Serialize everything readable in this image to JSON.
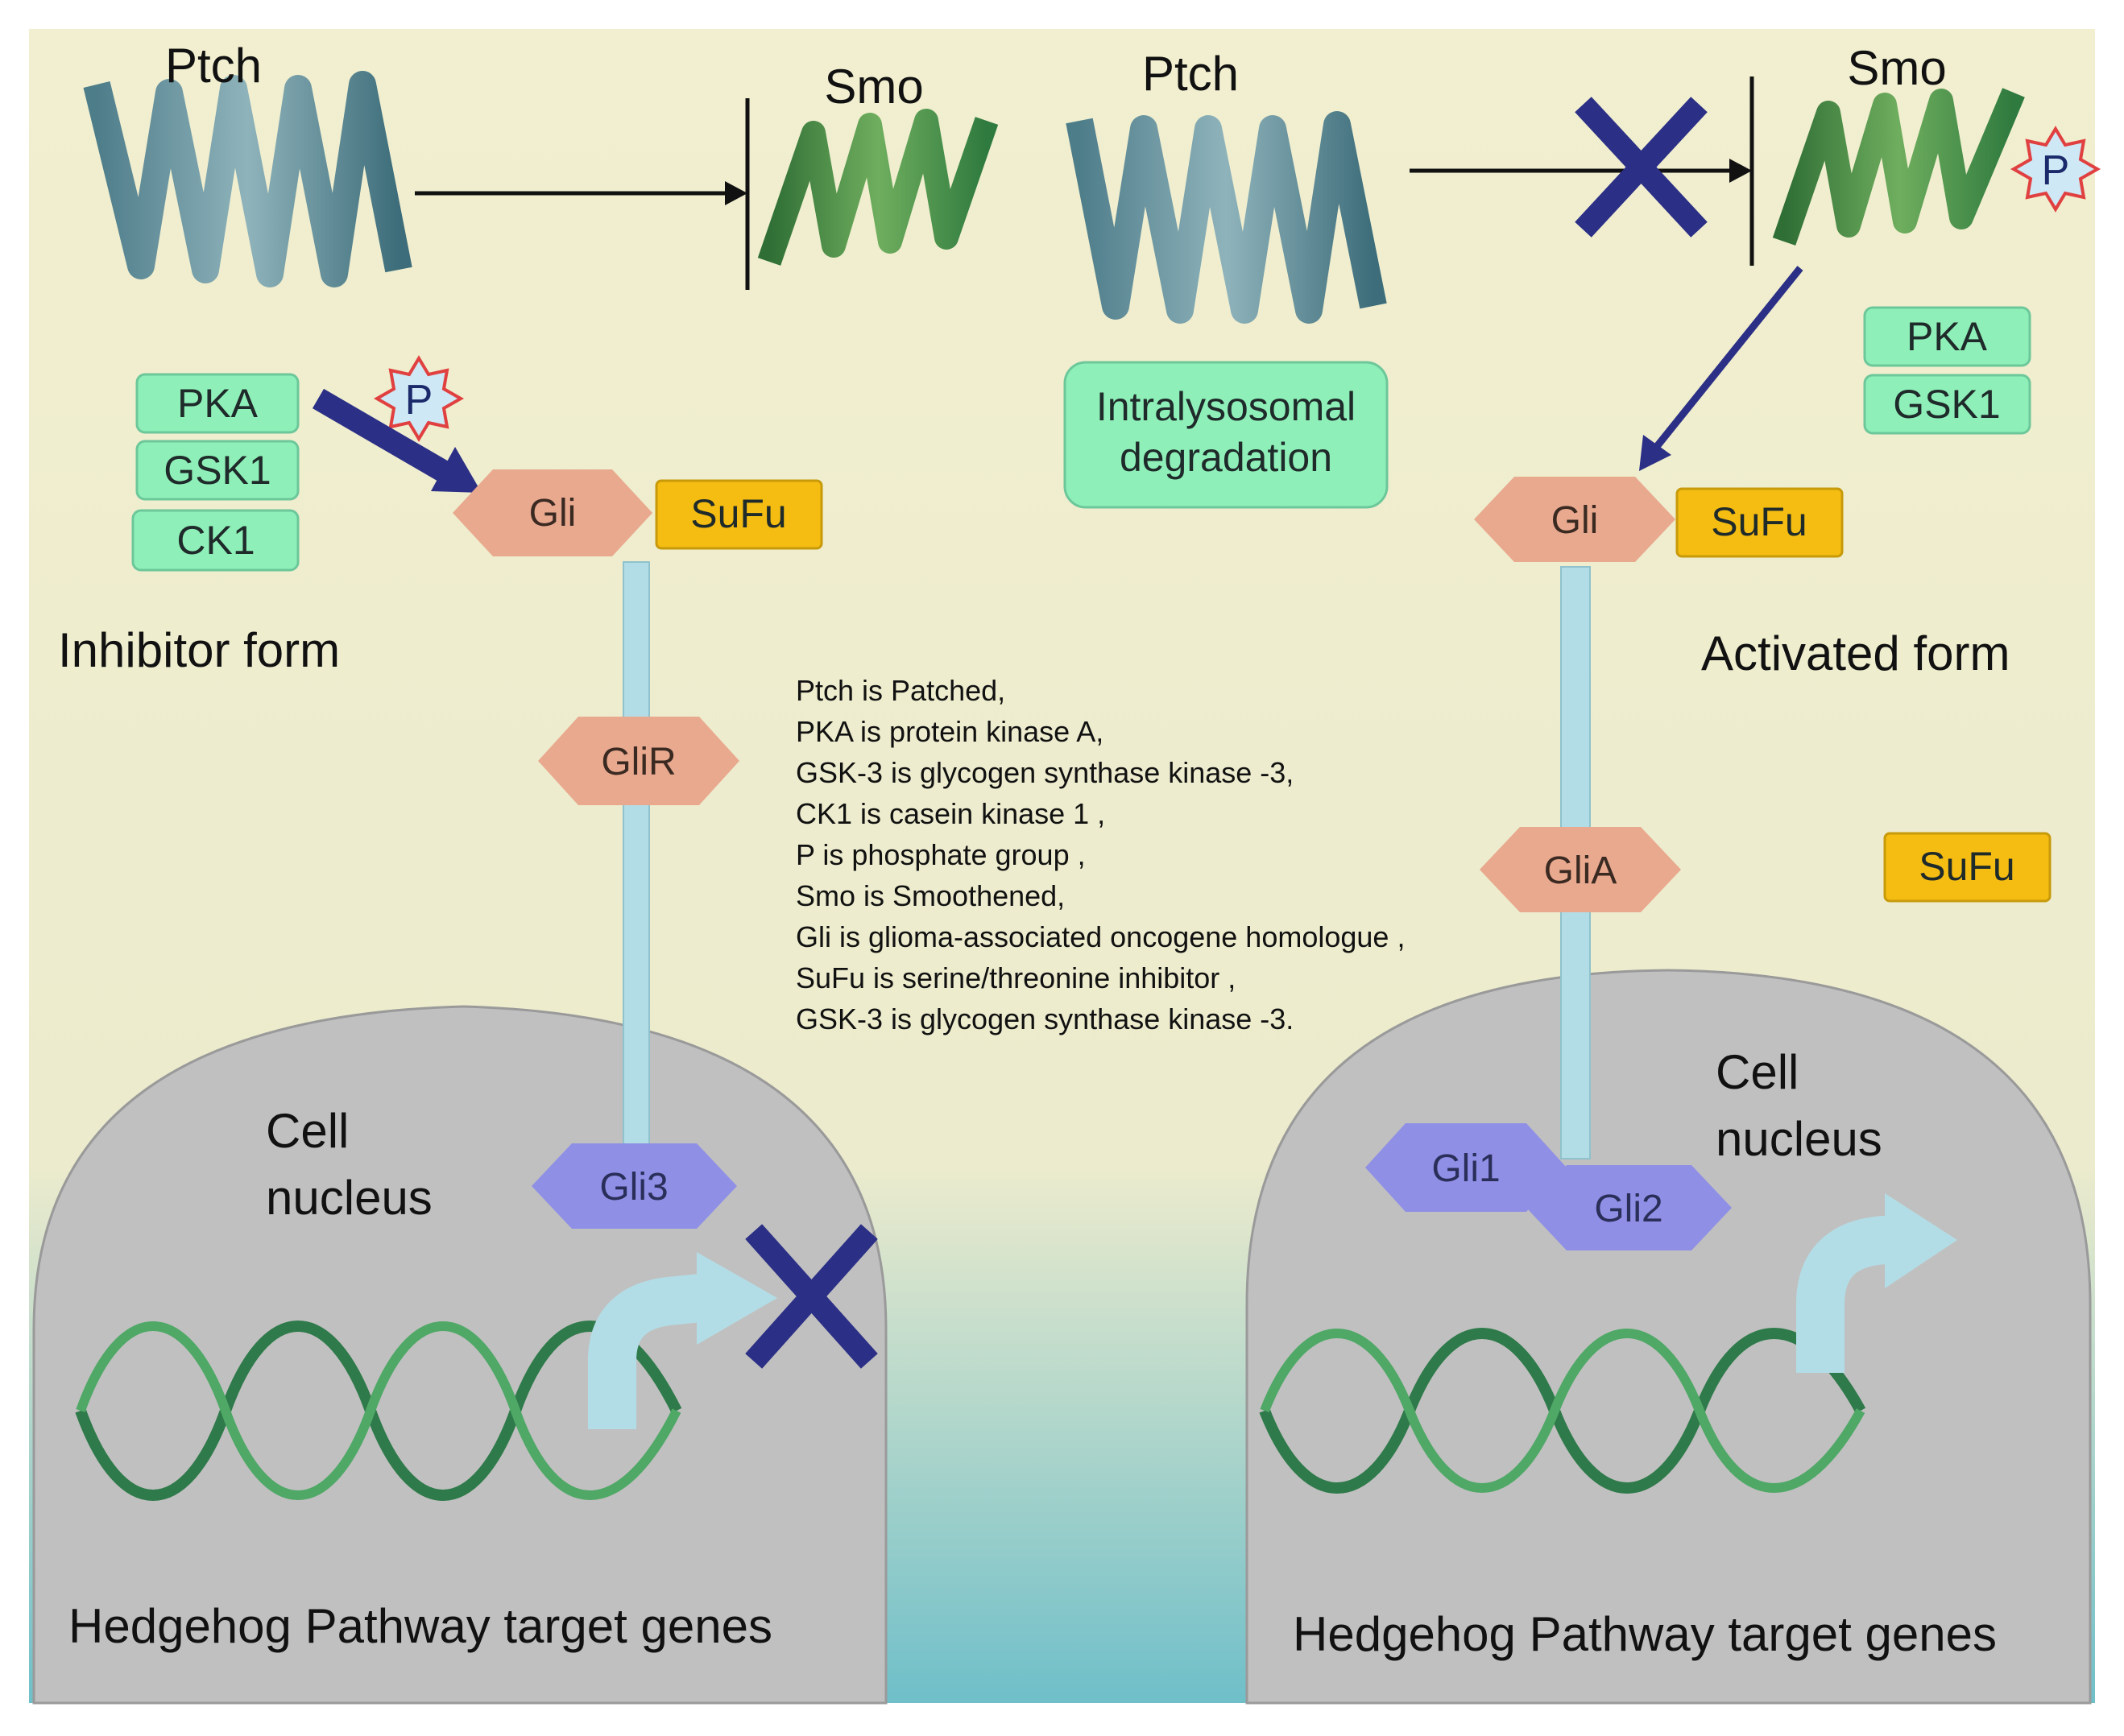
{
  "colors": {
    "background_top": "#f1efcf",
    "background_bottom": "#6fbfc9",
    "nucleus": "#c0c0c0",
    "ptch": "#5f8c99",
    "smo": "#3f8044",
    "green_box": "#8ef0b8",
    "gli_hex": "#e9a98f",
    "gli_blue_hex": "#8f8fe6",
    "sufu": "#f5bd12",
    "stalk": "#b3dde6",
    "dark_blue": "#2b2f86",
    "dna": "#2f7a4a",
    "p_star_outline": "#e04040",
    "p_star_fill": "#cfe8f5"
  },
  "left": {
    "ptch_label": "Ptch",
    "smo_label": "Smo",
    "kinases": [
      "PKA",
      "GSK1",
      "CK1"
    ],
    "p_label": "P",
    "gli_label": "Gli",
    "sufu_label": "SuFu",
    "form_label": "Inhibitor form",
    "glir_label": "GliR",
    "gli3_label": "Gli3",
    "nucleus_label_line1": "Cell",
    "nucleus_label_line2": "nucleus",
    "genes_label": "Hedgehog Pathway target genes"
  },
  "right": {
    "ptch_label": "Ptch",
    "smo_label": "Smo",
    "p_label": "P",
    "degradation_line1": "Intralysosomal",
    "degradation_line2": "degradation",
    "kinases": [
      "PKA",
      "GSK1"
    ],
    "gli_label": "Gli",
    "sufu_label": "SuFu",
    "form_label": "Activated form",
    "glia_label": "GliA",
    "free_sufu_label": "SuFu",
    "gli1_label": "Gli1",
    "gli2_label": "Gli2",
    "nucleus_label_line1": "Cell",
    "nucleus_label_line2": "nucleus",
    "genes_label": "Hedgehog Pathway target genes"
  },
  "legend": [
    "Ptch is Patched,",
    "PKA is protein kinase A,",
    "GSK-3 is glycogen synthase kinase -3,",
    "CK1 is casein kinase 1 ,",
    "P is phosphate group ,",
    "Smo is Smoothened,",
    "Gli is glioma-associated oncogene homologue ,",
    "SuFu is serine/threonine inhibitor ,",
    "GSK-3 is glycogen synthase kinase -3."
  ]
}
